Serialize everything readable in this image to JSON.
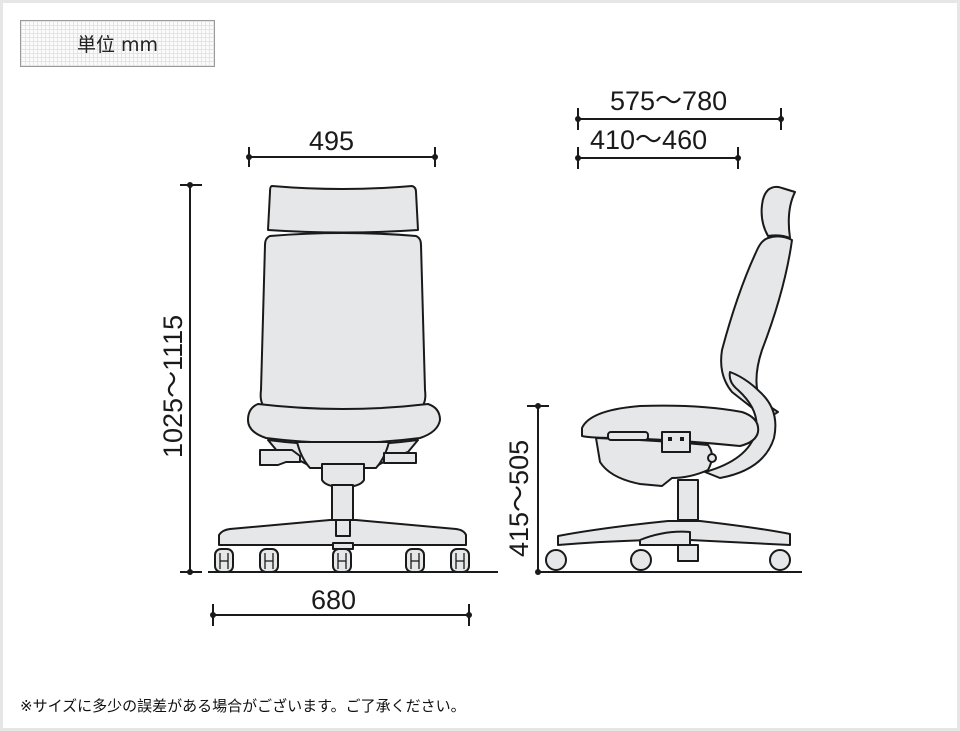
{
  "unit_label": "単位 mm",
  "dimensions": {
    "front_view": {
      "seat_width": "495",
      "base_width": "680",
      "overall_height": "1025～1115"
    },
    "side_view": {
      "overall_depth": "575～780",
      "seat_depth": "410～460",
      "seat_height": "415～505"
    }
  },
  "note": "※サイズに多少の誤差がある場合がございます。ご了承ください。",
  "colors": {
    "frame": "#e6e6e6",
    "panel": "#ffffff",
    "line": "#1a1a1a",
    "chair_fill": "#e6e7e8"
  }
}
